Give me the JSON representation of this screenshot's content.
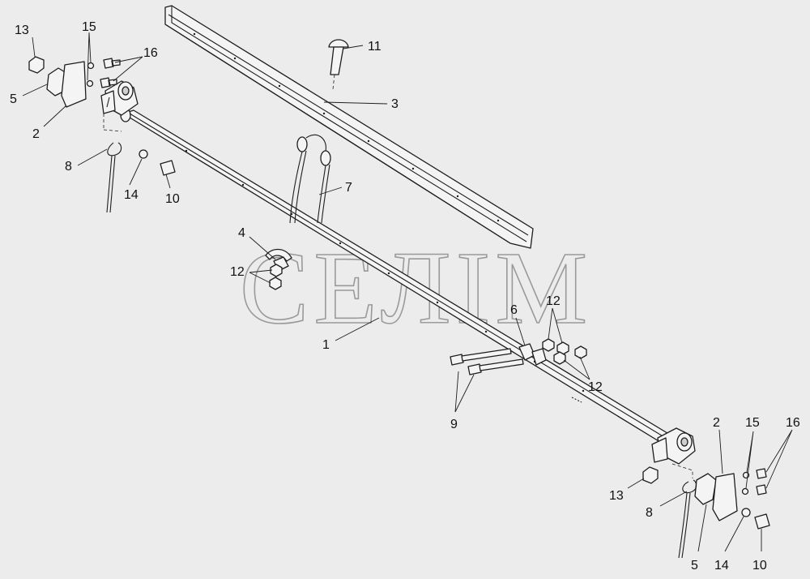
{
  "watermark": "СЕЛІМ",
  "callouts": [
    "1",
    "2",
    "3",
    "4",
    "5",
    "6",
    "7",
    "8",
    "9",
    "10",
    "11",
    "12",
    "13",
    "14",
    "15",
    "16"
  ]
}
